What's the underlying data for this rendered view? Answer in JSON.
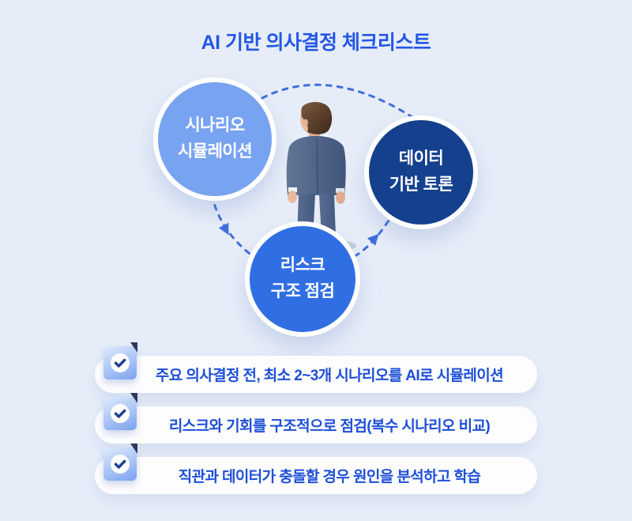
{
  "title": "AI 기반 의사결정 체크리스트",
  "colors": {
    "background": "#e7edf8",
    "title_text": "#2457e5",
    "node_scenario": "#78a3f0",
    "node_data": "#14408e",
    "node_risk": "#2f6fe3",
    "arc": "#3f6fda",
    "pill_background": "#fdfdfe",
    "pill_text": "#1d4fd8",
    "check_mark": "#1e3f94"
  },
  "diagram": {
    "figure": "3d-businessman-back-view",
    "nodes": [
      {
        "id": "scenario-simulation",
        "lines": [
          "시나리오",
          "시뮬레이션"
        ]
      },
      {
        "id": "data-based-discussion",
        "lines": [
          "데이터",
          "기반 토론"
        ]
      },
      {
        "id": "risk-structure-check",
        "lines": [
          "리스크",
          "구조 점검"
        ]
      }
    ],
    "edges": [
      {
        "from": "scenario-simulation",
        "to": "data-based-discussion",
        "arrow": false
      },
      {
        "from": "scenario-simulation",
        "to": "risk-structure-check",
        "arrow": true
      },
      {
        "from": "risk-structure-check",
        "to": "data-based-discussion",
        "arrow": true
      }
    ]
  },
  "checklist": {
    "items": [
      {
        "icon": "check-icon",
        "text": "주요 의사결정 전, 최소 2~3개 시나리오를 AI로 시뮬레이션"
      },
      {
        "icon": "check-icon",
        "text": "리스크와 기회를 구조적으로 점검(복수 시나리오 비교)"
      },
      {
        "icon": "check-icon",
        "text": "직관과 데이터가 충돌할 경우 원인을 분석하고 학습"
      }
    ]
  }
}
